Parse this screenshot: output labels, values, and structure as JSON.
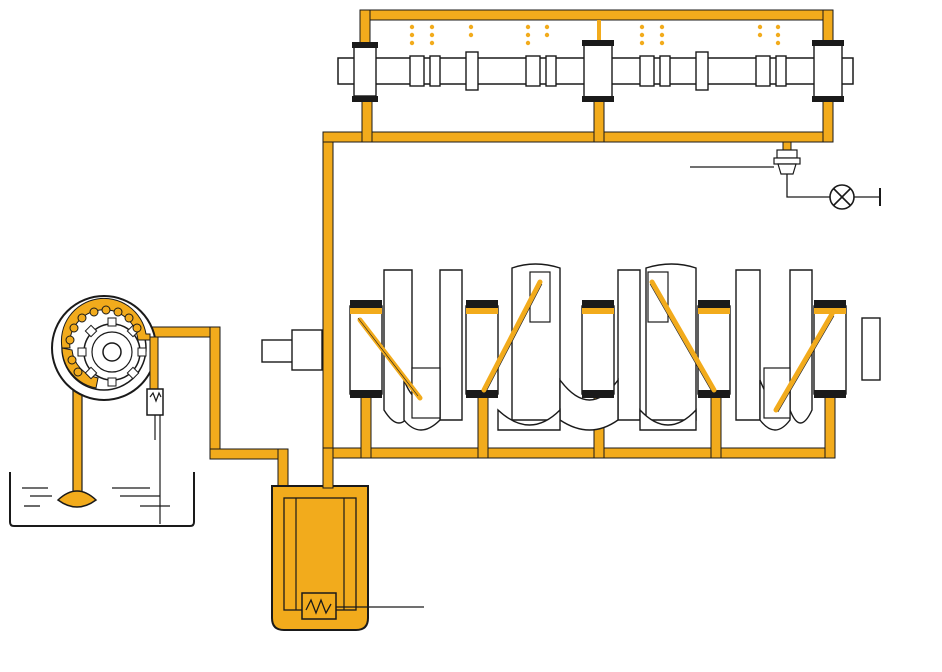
{
  "diagram": {
    "labels": [],
    "colors": {
      "oil": "#f2ab1c",
      "outline": "#1a1a1a",
      "metal": "#ffffff",
      "background": "#ffffff"
    },
    "components": [
      {
        "name": "oil-sump-tank"
      },
      {
        "name": "oil-strainer"
      },
      {
        "name": "gear-pump"
      },
      {
        "name": "pressure-relief-valve"
      },
      {
        "name": "oil-filter"
      },
      {
        "name": "filter-bypass-valve"
      },
      {
        "name": "main-oil-gallery"
      },
      {
        "name": "crankshaft"
      },
      {
        "name": "camshaft"
      },
      {
        "name": "oil-pressure-switch"
      },
      {
        "name": "oil-warning-lamp"
      }
    ]
  }
}
